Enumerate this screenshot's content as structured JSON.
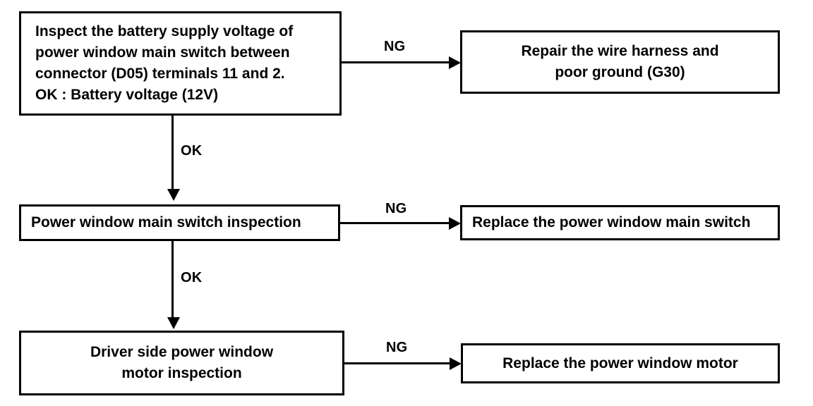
{
  "diagram": {
    "type": "troubleshooting-flowchart",
    "colors": {
      "background": "#ffffff",
      "line": "#000000",
      "text": "#000000"
    },
    "nodes": [
      {
        "id": "inspect-voltage",
        "text": "Inspect the battery supply voltage of\npower window main switch between\nconnector (D05) terminals 11 and 2.\nOK : Battery voltage (12V)"
      },
      {
        "id": "repair-harness",
        "text": "Repair the wire harness and\npoor ground (G30)"
      },
      {
        "id": "main-switch-inspection",
        "text": "Power window main switch inspection"
      },
      {
        "id": "replace-main-switch",
        "text": "Replace the power window main switch"
      },
      {
        "id": "motor-inspection",
        "text": "Driver side power window\nmotor  inspection"
      },
      {
        "id": "replace-motor",
        "text": "Replace the power window motor"
      }
    ],
    "edges": [
      {
        "id": "ng-1",
        "label": "NG",
        "from": "inspect-voltage",
        "to": "repair-harness",
        "direction": "right"
      },
      {
        "id": "ok-1",
        "label": "OK",
        "from": "inspect-voltage",
        "to": "main-switch-inspection",
        "direction": "down"
      },
      {
        "id": "ng-2",
        "label": "NG",
        "from": "main-switch-inspection",
        "to": "replace-main-switch",
        "direction": "right"
      },
      {
        "id": "ok-2",
        "label": "OK",
        "from": "main-switch-inspection",
        "to": "motor-inspection",
        "direction": "down"
      },
      {
        "id": "ng-3",
        "label": "NG",
        "from": "motor-inspection",
        "to": "replace-motor",
        "direction": "right"
      }
    ]
  }
}
